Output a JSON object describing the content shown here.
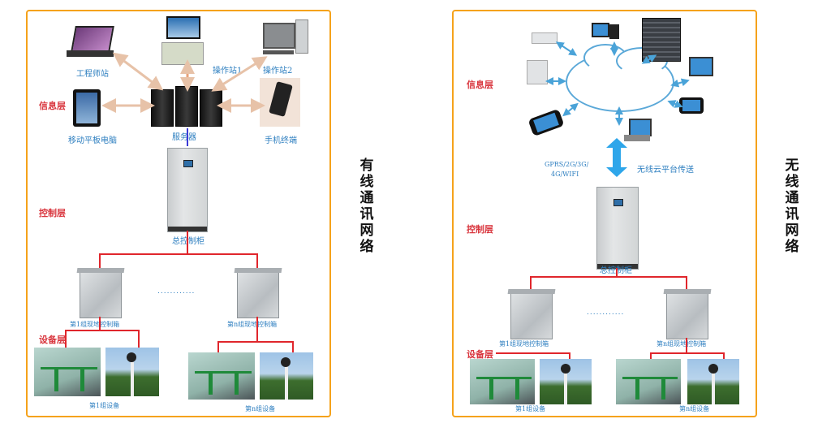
{
  "wired": {
    "title": "有线通讯网络",
    "title_chars": [
      "有",
      "线",
      "通",
      "讯",
      "网",
      "络"
    ],
    "layers": {
      "info": "信息层",
      "control": "控制层",
      "device": "设备层"
    },
    "nodes": {
      "engineer_station": "工程师站",
      "operator_station_1": "操作站1",
      "operator_station_2": "操作站2",
      "tablet": "移动平板电脑",
      "server": "服务器",
      "mobile": "手机终端",
      "main_cabinet": "总控制柜",
      "field_box_1": "第1组现地控制箱",
      "field_box_n": "第n组现地控制箱",
      "devices_1": "第1组设备",
      "devices_n": "第n组设备",
      "ellipsis": "............"
    }
  },
  "wireless": {
    "title": "无线通讯网络",
    "title_chars": [
      "无",
      "线",
      "通",
      "讯",
      "网",
      "络"
    ],
    "layers": {
      "info": "信息层",
      "control": "控制层",
      "device": "设备层"
    },
    "link_protocols_line1": "GPRS/2G/3G/",
    "link_protocols_line2": "4G/WIFI",
    "link_label": "无线云平台传送",
    "nodes": {
      "main_cabinet": "总控制柜",
      "field_box_1": "第1组现地控制箱",
      "field_box_n": "第n组现地控制箱",
      "devices_1": "第1组设备",
      "devices_n": "第n组设备",
      "ellipsis": "............"
    }
  },
  "colors": {
    "border": "#f5a21b",
    "layer_text": "#d9363e",
    "label_text": "#2e7fc0",
    "wire": "#e0262c",
    "cloud": "#5aa8d8"
  }
}
